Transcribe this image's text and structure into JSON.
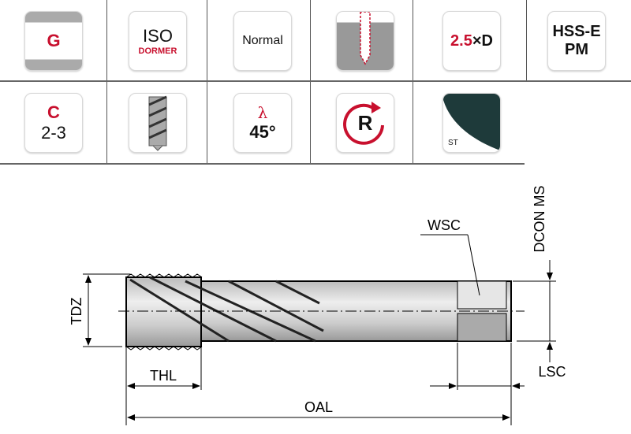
{
  "icons": {
    "thread_type": "G",
    "standard": "ISO",
    "brand": "DORMER",
    "tolerance": "Normal",
    "depth_value": "2.5",
    "depth_unit": "×D",
    "material_line1": "HSS-E",
    "material_line2": "PM",
    "chamfer_form": "C",
    "chamfer_threads": "2-3",
    "helix_symbol": "λ",
    "helix_angle": "45°",
    "rotation": "R",
    "coating": "ST"
  },
  "drawing": {
    "tdz": "TDZ",
    "thl": "THL",
    "oal": "OAL",
    "wsc": "WSC",
    "dcon": "DCON MS",
    "lsc": "LSC"
  },
  "colors": {
    "accent": "#c8102e",
    "coating": "#1e3a3a"
  }
}
